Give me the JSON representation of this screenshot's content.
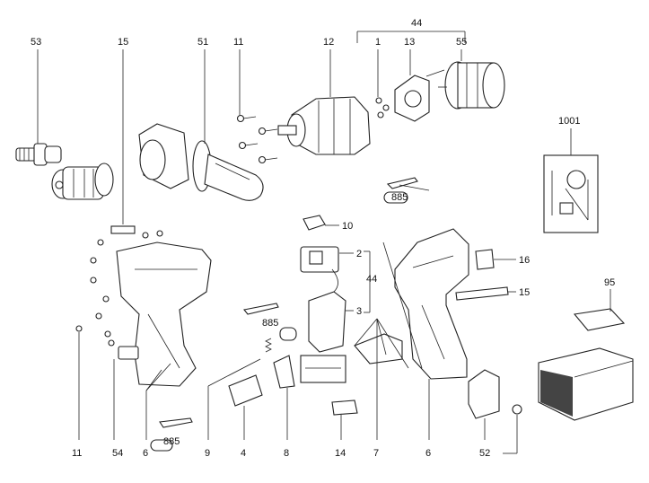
{
  "labels": {
    "p53": "53",
    "p15a": "15",
    "p51": "51",
    "p11a": "11",
    "p12": "12",
    "p1": "1",
    "p13": "13",
    "p55": "55",
    "p44a": "44",
    "p1001": "1001",
    "p885a": "885",
    "p10": "10",
    "p2": "2",
    "p44b": "44",
    "p3": "3",
    "p16": "16",
    "p15b": "15",
    "p95": "95",
    "p885b": "885",
    "p885c": "885",
    "p11b": "11",
    "p54": "54",
    "p6a": "6",
    "p9": "9",
    "p4": "4",
    "p8": "8",
    "p14": "14",
    "p7": "7",
    "p6b": "6",
    "p52": "52"
  },
  "colors": {
    "line": "#222222",
    "battery_fill": "#444444"
  }
}
